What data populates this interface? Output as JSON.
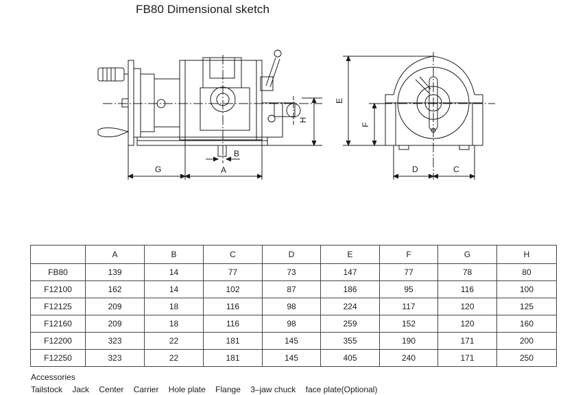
{
  "title": "FB80  Dimensional sketch",
  "drawing_labels": {
    "G": "G",
    "A": "A",
    "B": "B",
    "H": "H",
    "E": "E",
    "F": "F",
    "D": "D",
    "C": "C"
  },
  "table": {
    "headers": [
      "",
      "A",
      "B",
      "C",
      "D",
      "E",
      "F",
      "G",
      "H"
    ],
    "rows": [
      [
        "FB80",
        "139",
        "14",
        "77",
        "73",
        "147",
        "77",
        "78",
        "80"
      ],
      [
        "F12100",
        "162",
        "14",
        "102",
        "87",
        "186",
        "95",
        "116",
        "100"
      ],
      [
        "F12125",
        "209",
        "18",
        "116",
        "98",
        "224",
        "117",
        "120",
        "125"
      ],
      [
        "F12160",
        "209",
        "18",
        "116",
        "98",
        "259",
        "152",
        "120",
        "160"
      ],
      [
        "F12200",
        "323",
        "22",
        "181",
        "145",
        "355",
        "190",
        "171",
        "200"
      ],
      [
        "F12250",
        "323",
        "22",
        "181",
        "145",
        "405",
        "240",
        "171",
        "250"
      ]
    ]
  },
  "accessories": {
    "title": "Accessories",
    "items": [
      "Tailstock",
      "Jack",
      "Center",
      "Carrier",
      "Hole plate",
      "Flange",
      "3–jaw chuck",
      "face plate(Optional)"
    ]
  }
}
